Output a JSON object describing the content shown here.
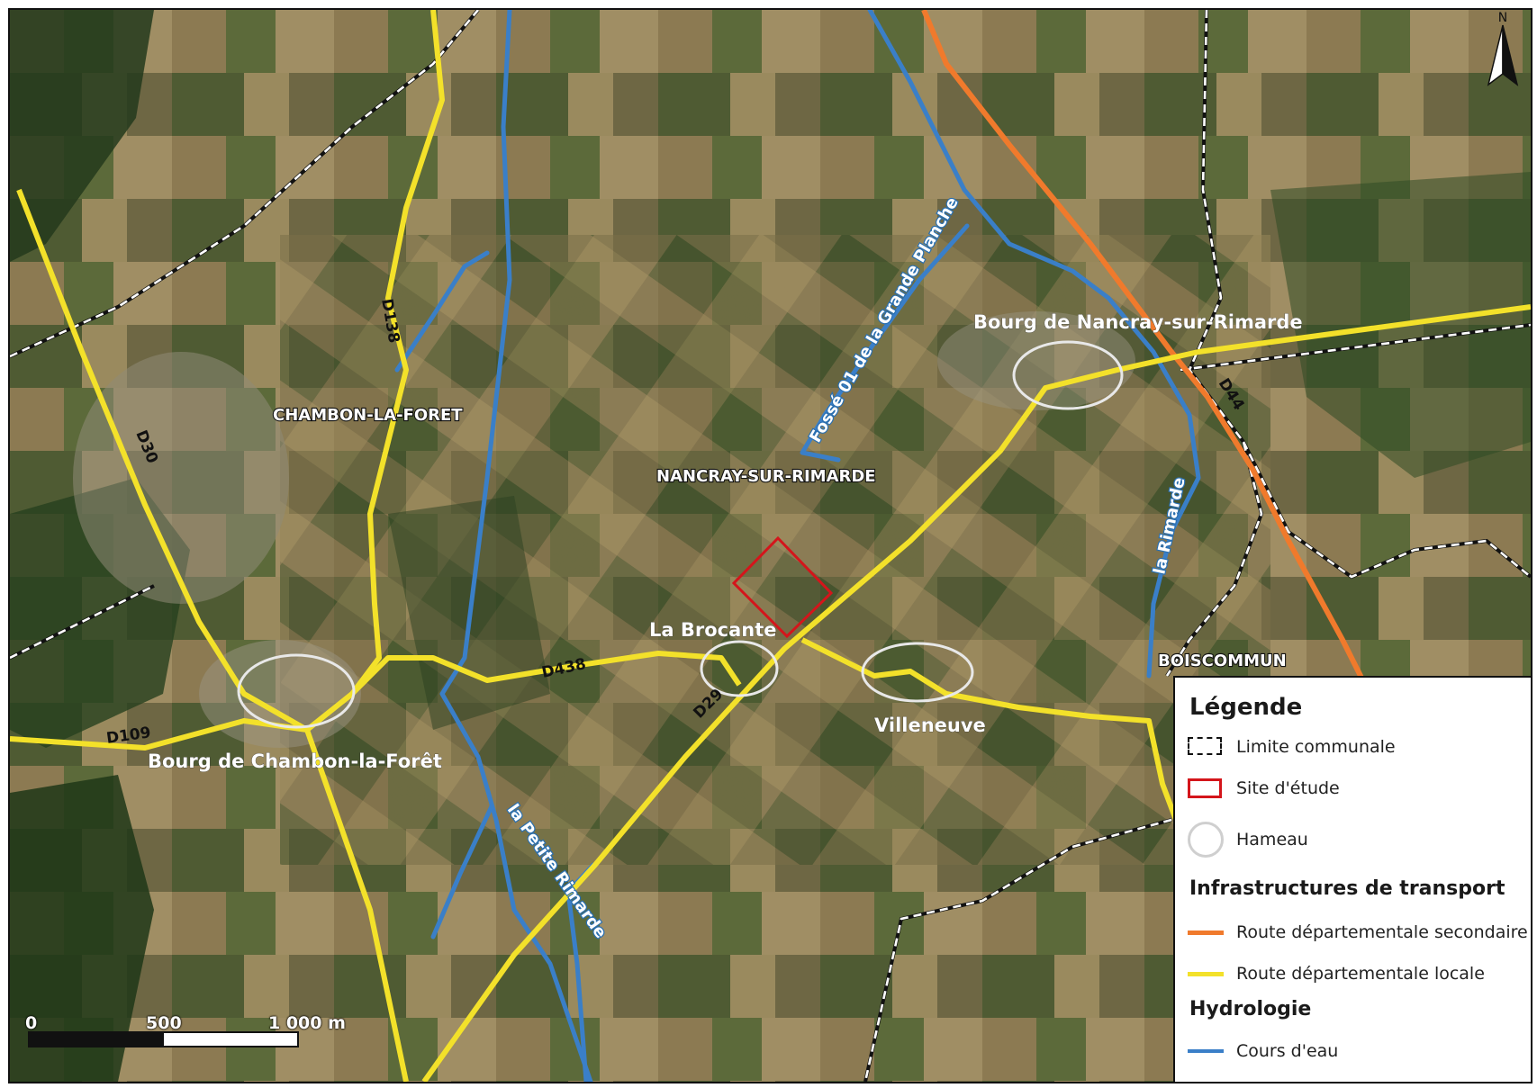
{
  "map": {
    "commune_labels": {
      "chambon": "CHAMBON-LA-FORET",
      "nancray": "NANCRAY-SUR-RIMARDE",
      "boiscommun": "BOISCOMMUN"
    },
    "hamlet_labels": {
      "bourg_chambon": "Bourg de Chambon-la-Forêt",
      "bourg_nancray": "Bourg de Nancray-sur-Rimarde",
      "la_brocante": "La Brocante",
      "villeneuve": "Villeneuve"
    },
    "road_labels": {
      "d30": "D30",
      "d138": "D138",
      "d109": "D109",
      "d438": "D438",
      "d29": "D29",
      "d44": "D44"
    },
    "water_labels": {
      "fosse": "Fossé 01 de la Grande Planche",
      "la_rimarde": "la Rimarde",
      "la_petite_rimarde": "la Petite Rimarde"
    },
    "north_arrow": "N",
    "colors": {
      "secondary_road": "#f07a2c",
      "local_road": "#f3e12a",
      "watercourse": "#3a7fc8",
      "study_site": "#d4151b",
      "hamlet": "#e8e8e8",
      "commune_limit": "#ffffff"
    }
  },
  "scale": {
    "label_0": "0",
    "label_mid": "500",
    "label_end": "1 000 m"
  },
  "legend": {
    "title": "Légende",
    "items": [
      {
        "label": "Limite communale",
        "symbol": "dashed-box"
      },
      {
        "label": "Site d'étude",
        "symbol": "red-box"
      },
      {
        "label": "Hameau",
        "symbol": "circle"
      }
    ],
    "section_transport": "Infrastructures de transport",
    "transport_items": [
      {
        "label": "Route départementale secondaire",
        "symbol": "orange-line"
      },
      {
        "label": "Route départementale locale",
        "symbol": "yellow-line"
      }
    ],
    "section_hydro": "Hydrologie",
    "hydro_items": [
      {
        "label": "Cours d'eau",
        "symbol": "blue-line"
      }
    ]
  }
}
